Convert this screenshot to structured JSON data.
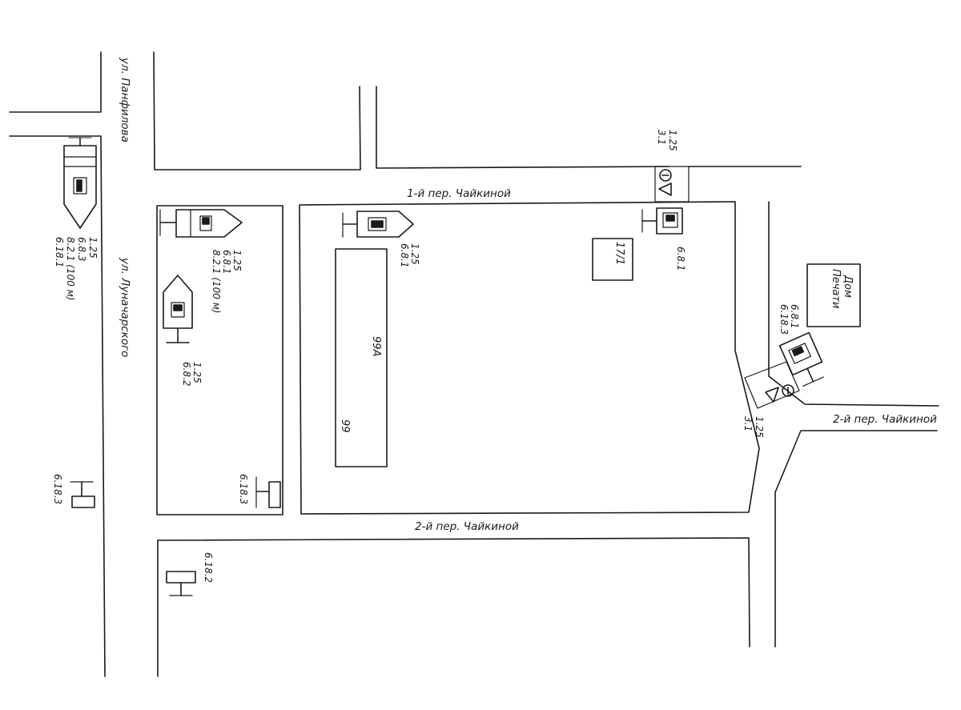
{
  "streets": {
    "panfilova": "ул. Панфилова",
    "lunacharskogo": "ул. Луначарского",
    "chaikinoy_1": "1-й пер. Чайкиной",
    "chaikinoy_2_bottom": "2-й пер. Чайкиной",
    "chaikinoy_2_right": "2-й пер. Чайкиной"
  },
  "buildings": {
    "b99a": "99А",
    "b99": "99",
    "b17_1": "17/1",
    "dom_pechati_line1": "Дом",
    "dom_pechati_line2": "Печати"
  },
  "signs": {
    "left_street_group": [
      "1.25",
      "6.8.3",
      "8.2.1 (100 м)",
      "6.18.1"
    ],
    "block_top_group": [
      "1.25",
      "6.8.1",
      "8.2.1 (100 м)"
    ],
    "block_mid_group": [
      "1.25",
      "6.8.2"
    ],
    "block_bottom": "6.18.3",
    "left_bottom": "6.18.3",
    "lower_block": "6.18.2",
    "big_block_group": [
      "1.25",
      "6.8.1"
    ],
    "crossing_top_group": [
      "1.25",
      "3.1"
    ],
    "right_building_sign": "6.8.1",
    "dom_pechati_group": [
      "6.8.1",
      "6.18.3"
    ],
    "crossing_right_group": [
      "1.25",
      "3.1"
    ]
  },
  "colors": {
    "ink": "#1a1a1a",
    "paper": "#ffffff"
  },
  "icons": [
    "hatched-pole-icon",
    "arrow-sign-icon",
    "plate-sign-icon",
    "roadwork-triangle-icon",
    "no-entry-circle-icon"
  ]
}
